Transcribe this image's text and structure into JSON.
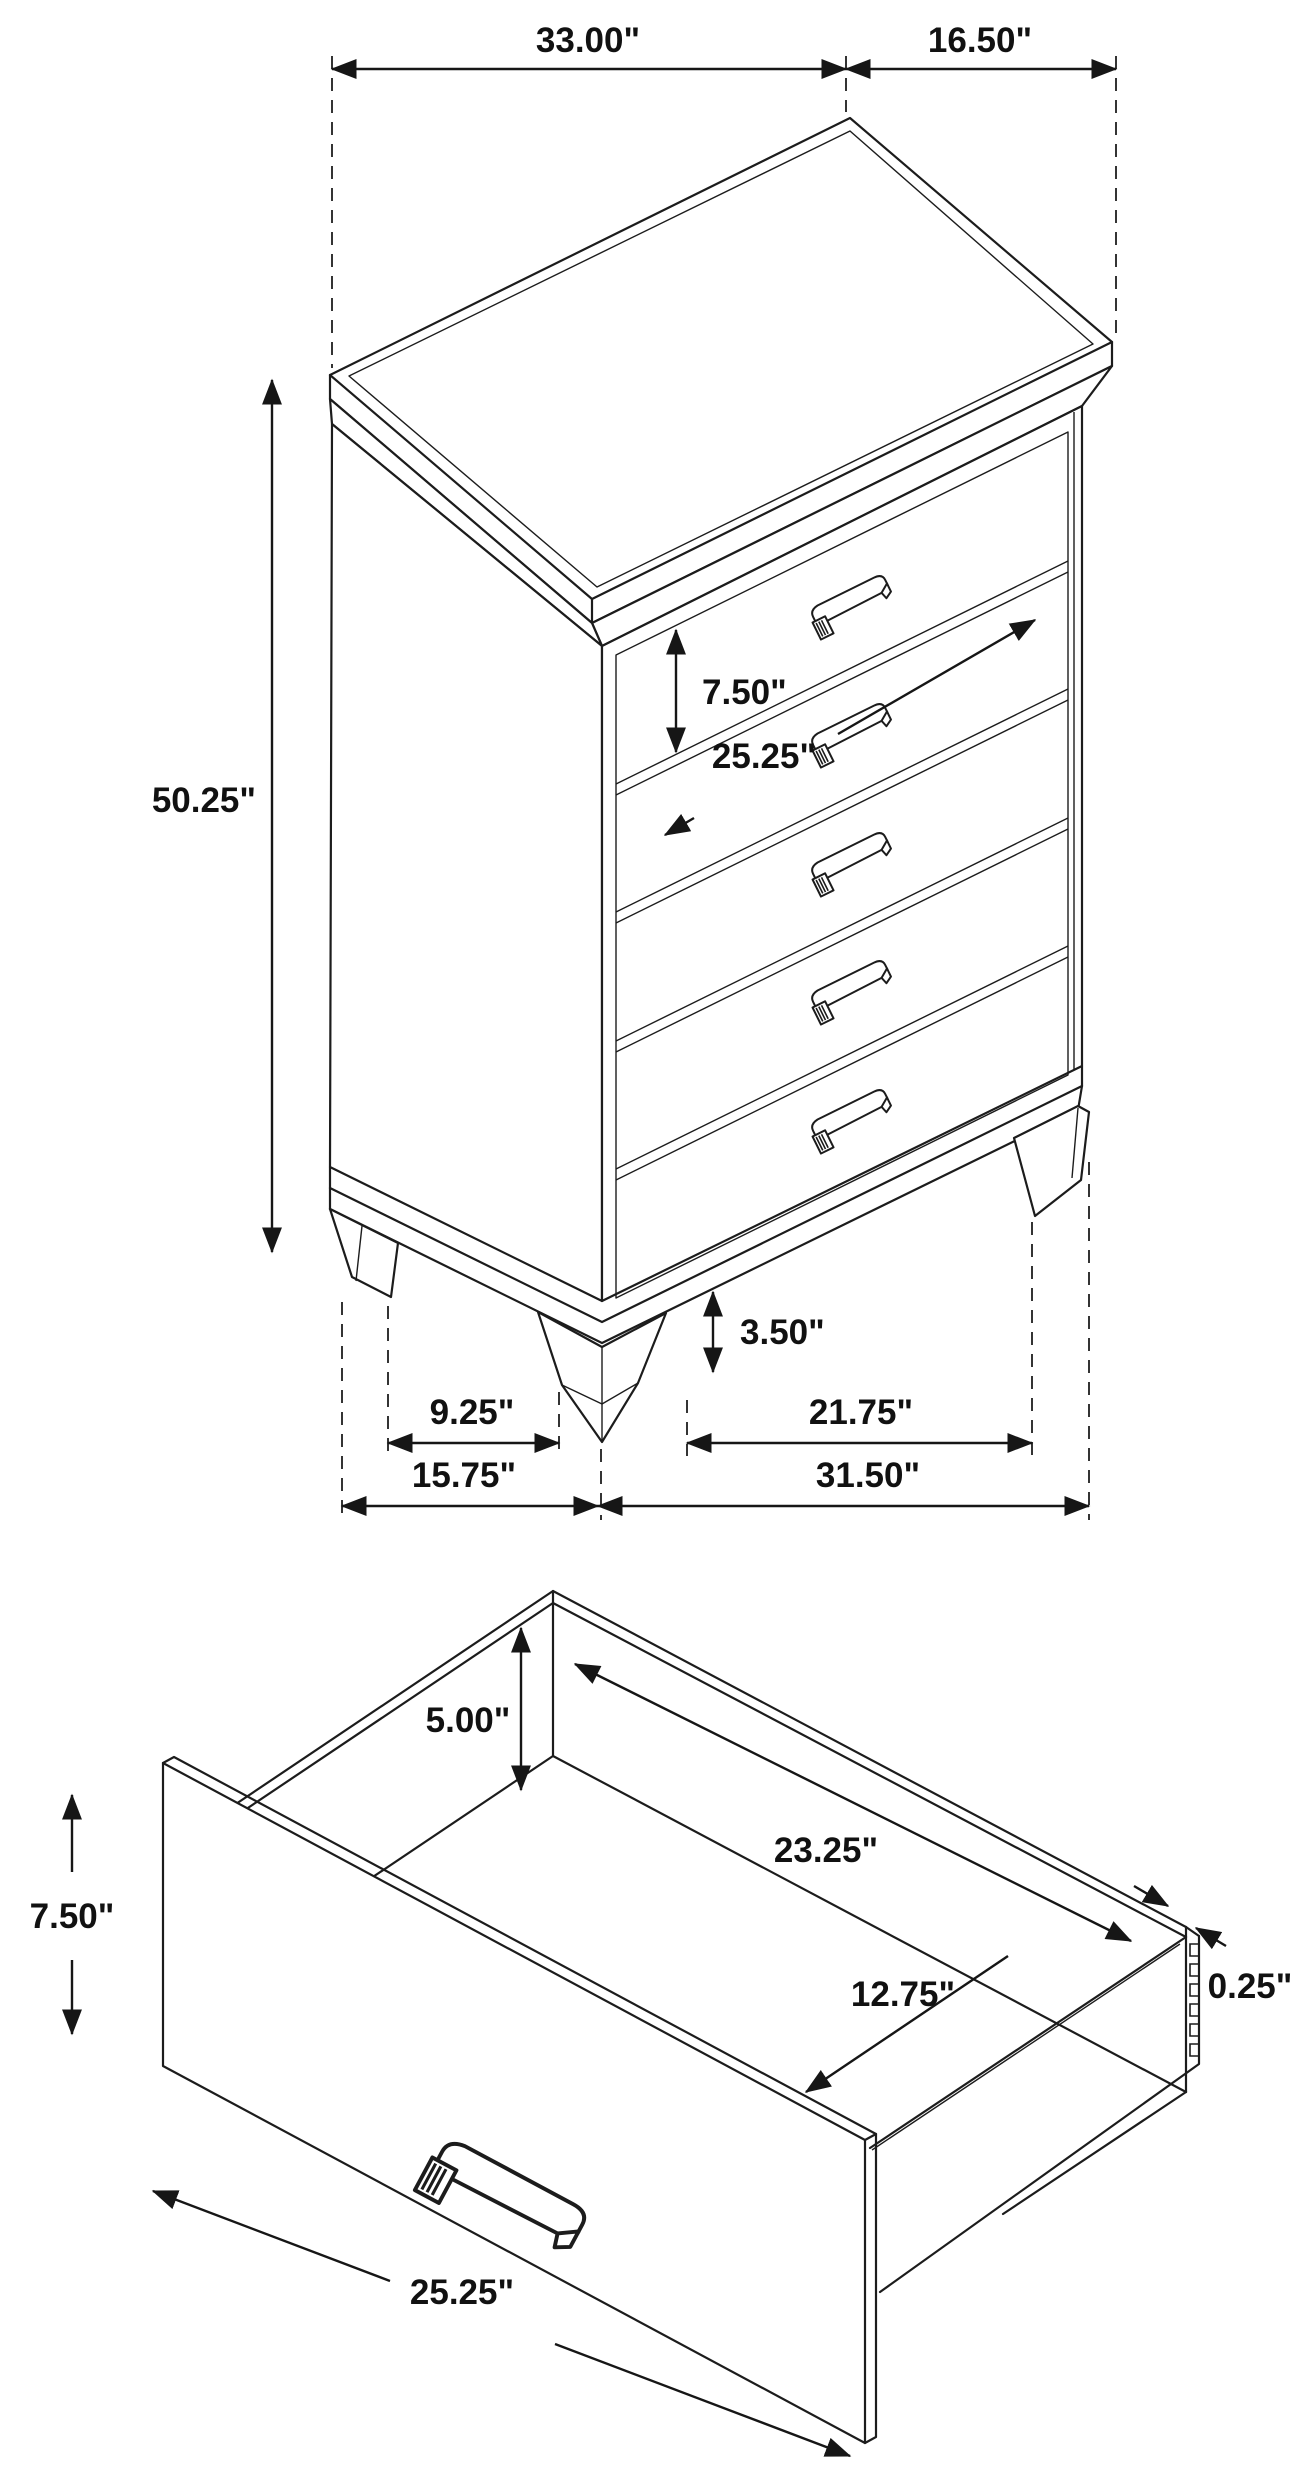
{
  "diagram": {
    "kind": "furniture-dimension-diagram",
    "line_color": "#1c1c1c",
    "background": "#ffffff"
  },
  "chest": {
    "drawer_count": 5,
    "dims": {
      "top_width": "33.00\"",
      "top_depth": "16.50\"",
      "overall_height": "50.25\"",
      "drawer_height": "7.50\"",
      "drawer_width": "25.25\"",
      "foot_height": "3.50\"",
      "rear_foot_spacing": "9.25\"",
      "base_depth": "15.75\"",
      "front_foot_spacing": "21.75\"",
      "base_width": "31.50\""
    }
  },
  "drawer": {
    "dims": {
      "side_height": "5.00\"",
      "front_height": "7.50\"",
      "interior_depth": "23.25\"",
      "panel_thickness": "0.25\"",
      "interior_width": "12.75\"",
      "front_width": "25.25\""
    }
  }
}
